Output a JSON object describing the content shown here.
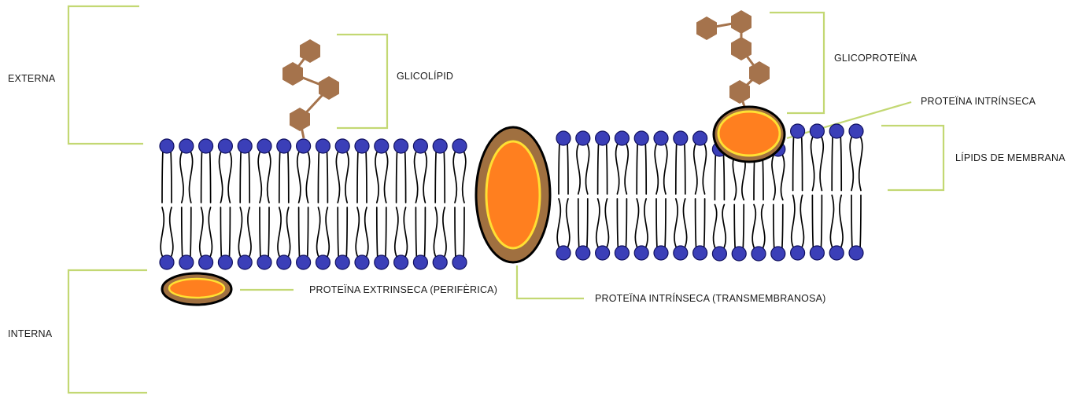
{
  "labels": {
    "externa": "EXTERNA",
    "interna": "INTERNA",
    "glicolipid": "GLICOLÍPID",
    "glicoproteina": "GLICOPROTEÏNA",
    "proteina_intrinseca": "PROTEÏNA INTRÍNSECA",
    "lipids_membrana": "LÍPIDS DE MEMBRANA",
    "proteina_extrinseca": "PROTEÏNA EXTRINSECA (PERIFÈRICA)",
    "proteina_transmembranosa": "PROTEÏNA INTRÍNSECA (TRANSMEMBRANOSA)"
  },
  "colors": {
    "lipid_head": "#3b3fb8",
    "protein_fill": "#ff7f1f",
    "protein_rim": "#ffe033",
    "protein_outer": "#a07040",
    "sugar": "#a5734c",
    "bracket": "#c3d873"
  }
}
